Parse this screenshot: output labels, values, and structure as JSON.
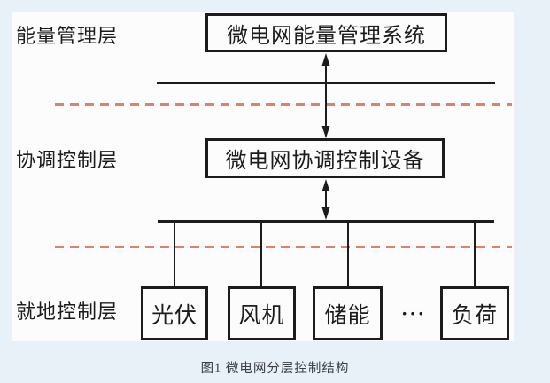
{
  "diagram": {
    "title_caption": "图1 微电网分层控制结构",
    "layers": [
      {
        "label": "能量管理层"
      },
      {
        "label": "协调控制层"
      },
      {
        "label": "就地控制层"
      }
    ],
    "top_box": "微电网能量管理系统",
    "middle_box": "微电网协调控制设备",
    "bottom_boxes": [
      "光伏",
      "风机",
      "储能",
      "负荷"
    ],
    "ellipsis": "···",
    "colors": {
      "bg": "#e8f0f8",
      "panel": "#fcfcfc",
      "line": "#1c1c1c",
      "dashed": "#dd8264",
      "caption": "#3c4043"
    }
  }
}
